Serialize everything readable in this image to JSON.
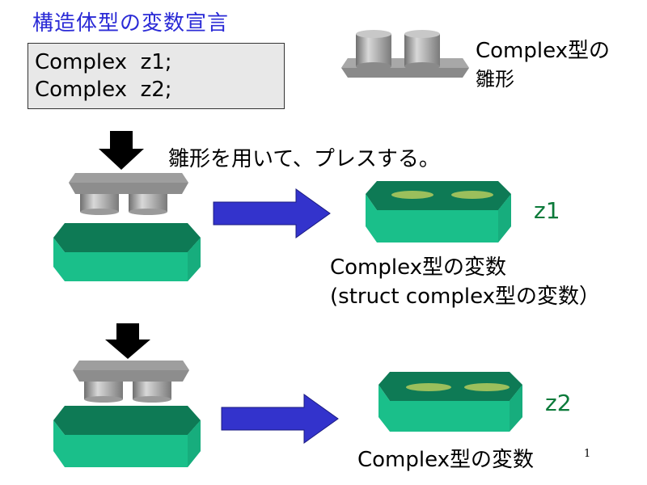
{
  "title": "構造体型の変数宣言",
  "code": {
    "line1": "Complex  z1;",
    "line2": "Complex  z2;"
  },
  "mold_label": {
    "line1": "Complex型の",
    "line2": "雛形"
  },
  "press_caption": "雛形を用いて、プレスする。",
  "result1": {
    "name": "z1",
    "type_line1": "Complex型の変数",
    "type_line2": "(struct complex型の変数）"
  },
  "result2": {
    "name": "z2",
    "type_line1": "Complex型の変数"
  },
  "page_number": "1",
  "colors": {
    "title": "#2b2bd6",
    "arrow": "#3333cc",
    "mold_gray": "#8f8f8f",
    "slab_top": "#0e7a55",
    "slab_side": "#1abf8a",
    "label_green": "#0b7a3a"
  }
}
